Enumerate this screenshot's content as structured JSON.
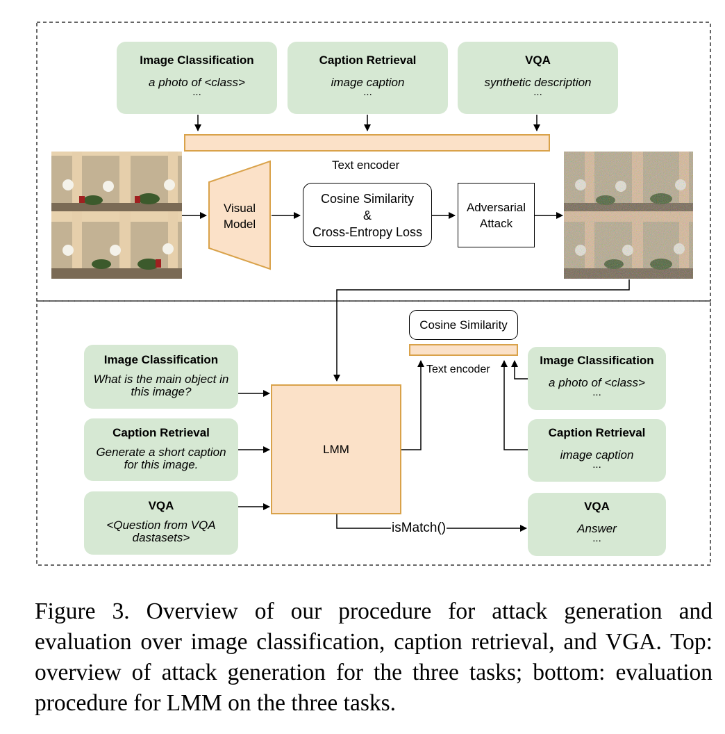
{
  "top": {
    "tasks": [
      {
        "title": "Image Classification",
        "text": "a photo of <class>",
        "dots": "..."
      },
      {
        "title": "Caption Retrieval",
        "text": "image caption",
        "dots": "..."
      },
      {
        "title": "VQA",
        "text": "synthetic description",
        "dots": "..."
      }
    ],
    "text_encoder_label": "Text encoder",
    "visual_model_label": [
      "Visual",
      "Model"
    ],
    "loss_label": [
      "Cosine Similarity",
      "&",
      "Cross-Entropy Loss"
    ],
    "attack_label": [
      "Adversarial",
      "Attack"
    ]
  },
  "bottom": {
    "prompts": [
      {
        "title": "Image Classification",
        "text": [
          "What is the main object in",
          "this image?"
        ]
      },
      {
        "title": "Caption Retrieval",
        "text": [
          "Generate a short caption",
          "for this image."
        ]
      },
      {
        "title": "VQA",
        "text": [
          "<Question from VQA",
          "dastasets>"
        ]
      }
    ],
    "lmm_label": "LMM",
    "cosine_label": "Cosine Similarity",
    "text_encoder_label": "Text encoder",
    "targets": [
      {
        "title": "Image Classification",
        "text": "a photo of <class>",
        "dots": "..."
      },
      {
        "title": "Caption Retrieval",
        "text": "image caption",
        "dots": "..."
      },
      {
        "title": "VQA",
        "text": "Answer",
        "dots": "..."
      }
    ],
    "ismatch_label": "isMatch()"
  },
  "caption": "Figure 3.  Overview of our procedure for attack generation and evaluation over image classification, caption retrieval, and VGA. Top: overview of attack generation for the three tasks; bottom: evaluation procedure for LMM on the three tasks.",
  "colors": {
    "task_box": "#d6e8d3",
    "encoder_fill": "#fbe1c8",
    "encoder_border": "#d9a24a"
  }
}
